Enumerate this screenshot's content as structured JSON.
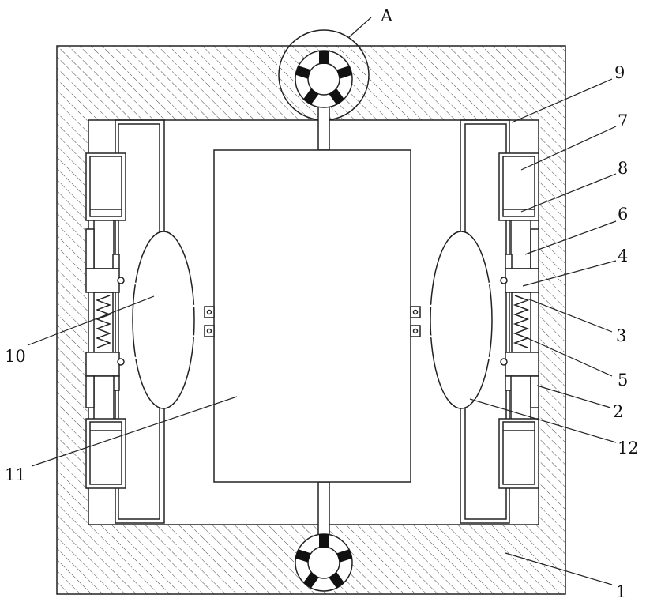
{
  "figure": {
    "labels": {
      "A": "A",
      "n1": "1",
      "n2": "2",
      "n3": "3",
      "n4": "4",
      "n5": "5",
      "n6": "6",
      "n7": "7",
      "n8": "8",
      "n9": "9",
      "n10": "10",
      "n11": "11",
      "n12": "12"
    },
    "colors": {
      "line": "#222222",
      "background": "#ffffff"
    }
  }
}
